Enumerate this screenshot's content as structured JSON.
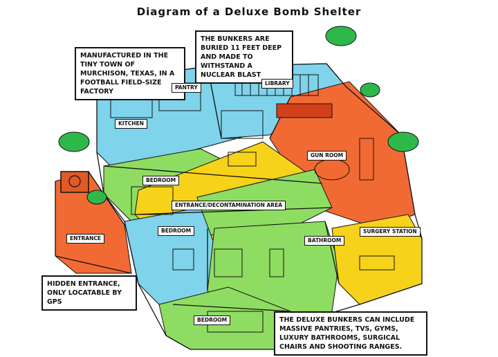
{
  "title": "Diagram of a Deluxe Bomb Shelter",
  "notes": {
    "factory": "Manufactured in the tiny town of Murchison, Texas, in a football field-size factory",
    "buried": "The bunkers are buried 11 feet deep and made to withstand a nuclear blast",
    "hidden": "Hidden entrance, only locatable by GPS",
    "deluxe": "The deluxe bunkers can include massive pantries, TVs, gyms, luxury bathrooms, surgical chairs and shooting ranges."
  },
  "rooms": {
    "pantry": "Pantry",
    "library": "Library",
    "kitchen": "Kitchen",
    "gun_room": "Gun Room",
    "bedroom_1": "Bedroom",
    "entrance_decon": "Entrance/Decontamination Area",
    "bedroom_2": "Bedroom",
    "surgery": "Surgery Station",
    "entrance": "Entrance",
    "bathroom": "Bathroom",
    "bedroom_3": "Bedroom"
  },
  "colors": {
    "blue": "#7fd3ea",
    "green": "#8fdc62",
    "yellow": "#f6d21a",
    "orange": "#f26a33",
    "bush": "#2fb84a"
  }
}
